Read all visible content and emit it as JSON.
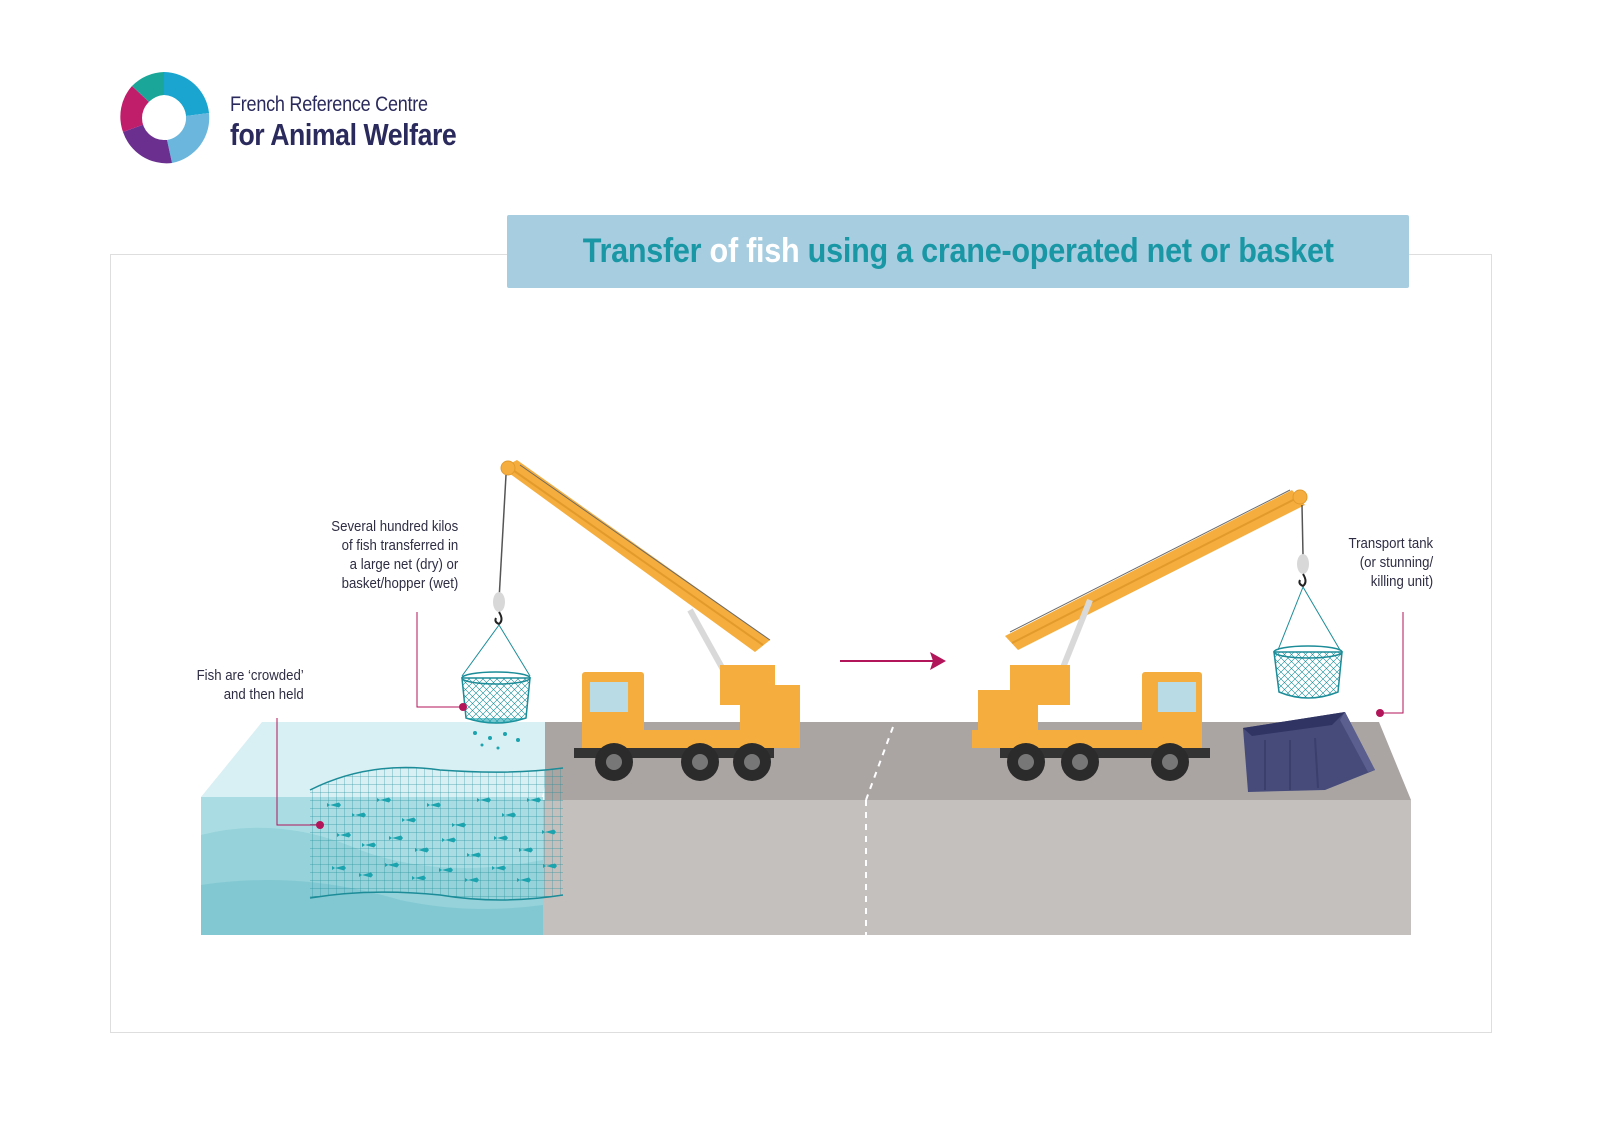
{
  "logo": {
    "line1": "French Reference Centre",
    "line2": "for Animal Welfare"
  },
  "title": {
    "part1": "Transfer ",
    "part2": "of fish",
    "part3": " using a crane-operated net or basket"
  },
  "labels": {
    "transfer": [
      "Several hundred kilos",
      "of fish transferred in",
      "a large net (dry) or",
      "basket/hopper (wet)"
    ],
    "crowded": [
      "Fish are ‘crowded’",
      "and then held"
    ],
    "tank": [
      "Transport tank",
      "(or stunning/",
      "killing unit)"
    ]
  },
  "icons": [
    "logo-swirl-icon",
    "crane-truck-icon",
    "net-basket-icon",
    "fish-cage-icon",
    "transport-tank-icon",
    "arrow-right-icon"
  ],
  "colors": {
    "title_text": "#1a97a5",
    "title_highlight": "#ffffff",
    "title_bg": "#a7cde0",
    "crane": "#f5ae3d",
    "water": "#a9dde3",
    "ground": "#c4c0be",
    "tank": "#464b7a",
    "leader_line": "#b3155a"
  }
}
